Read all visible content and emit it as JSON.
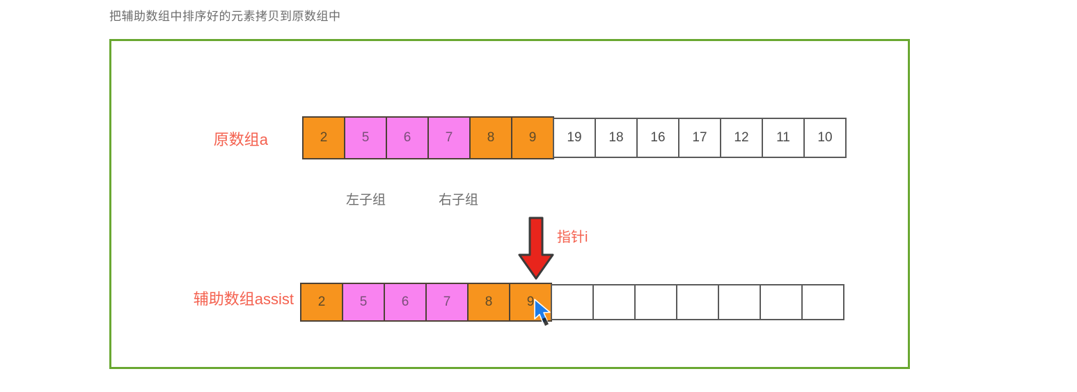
{
  "caption": "把辅助数组中排序好的元素拷贝到原数组中",
  "frame": {
    "border_color": "#6aa832"
  },
  "arrays": {
    "original": {
      "label": "原数组a",
      "label_color": "#f4614f",
      "cells": [
        {
          "value": "2",
          "fill": "orange"
        },
        {
          "value": "5",
          "fill": "magenta"
        },
        {
          "value": "6",
          "fill": "magenta"
        },
        {
          "value": "7",
          "fill": "magenta"
        },
        {
          "value": "8",
          "fill": "orange"
        },
        {
          "value": "9",
          "fill": "orange"
        },
        {
          "value": "19",
          "fill": "none"
        },
        {
          "value": "18",
          "fill": "none"
        },
        {
          "value": "16",
          "fill": "none"
        },
        {
          "value": "17",
          "fill": "none"
        },
        {
          "value": "12",
          "fill": "none"
        },
        {
          "value": "11",
          "fill": "none"
        },
        {
          "value": "10",
          "fill": "none"
        }
      ]
    },
    "assist": {
      "label": "辅助数组assist",
      "label_color": "#f4614f",
      "cells": [
        {
          "value": "2",
          "fill": "orange"
        },
        {
          "value": "5",
          "fill": "magenta"
        },
        {
          "value": "6",
          "fill": "magenta"
        },
        {
          "value": "7",
          "fill": "magenta"
        },
        {
          "value": "8",
          "fill": "orange"
        },
        {
          "value": "9",
          "fill": "orange"
        },
        {
          "value": "",
          "fill": "none"
        },
        {
          "value": "",
          "fill": "none"
        },
        {
          "value": "",
          "fill": "none"
        },
        {
          "value": "",
          "fill": "none"
        },
        {
          "value": "",
          "fill": "none"
        },
        {
          "value": "",
          "fill": "none"
        },
        {
          "value": "",
          "fill": "none"
        }
      ]
    }
  },
  "subgroups": {
    "left": "左子组",
    "right": "右子组"
  },
  "pointer": {
    "label": "指针i",
    "label_color": "#f4614f",
    "arrow_color": "#e8251c",
    "arrow_outline": "#3a3a3a",
    "target_index": 5
  },
  "colors": {
    "orange": "#f7941e",
    "magenta": "#f983f0",
    "cell_border": "#5a5a5a",
    "filled_border": "#4d4236",
    "text_gray": "#6d6d6d",
    "cursor_blue": "#1e7ce8"
  }
}
